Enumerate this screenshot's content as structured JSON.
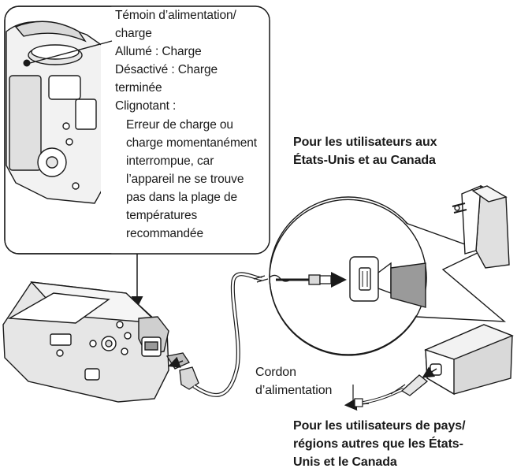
{
  "callout": {
    "lines": [
      "Témoin d’alimentation/",
      "charge",
      "Allumé : Charge",
      "Désactivé : Charge",
      "terminée",
      "Clignotant :"
    ],
    "sub_lines": [
      "Erreur de charge ou",
      "charge momentanément",
      "interrompue, car",
      "l’appareil ne se trouve",
      "pas dans la plage de",
      "températures",
      "recommandée"
    ]
  },
  "us_canada_label": [
    "Pour les utilisateurs aux",
    "États-Unis et au Canada"
  ],
  "cord_label": [
    "Cordon",
    "d’alimentation"
  ],
  "other_regions_label": [
    "Pour les utilisateurs de pays/",
    "régions autres que les États-",
    "Unis et le Canada"
  ],
  "icons": [
    "camera-top-view",
    "camera-body",
    "power-indicator-lamp",
    "usb-cable",
    "usb-plug",
    "usb-port",
    "ac-adaptor-wall-plug",
    "ac-adaptor-with-cord",
    "power-cord",
    "arrow"
  ],
  "colors": {
    "line": "#1a1a1a",
    "fill_light": "#f2f2f2",
    "fill_mid": "#d9d9d9",
    "fill_dark": "#9a9a9a"
  }
}
